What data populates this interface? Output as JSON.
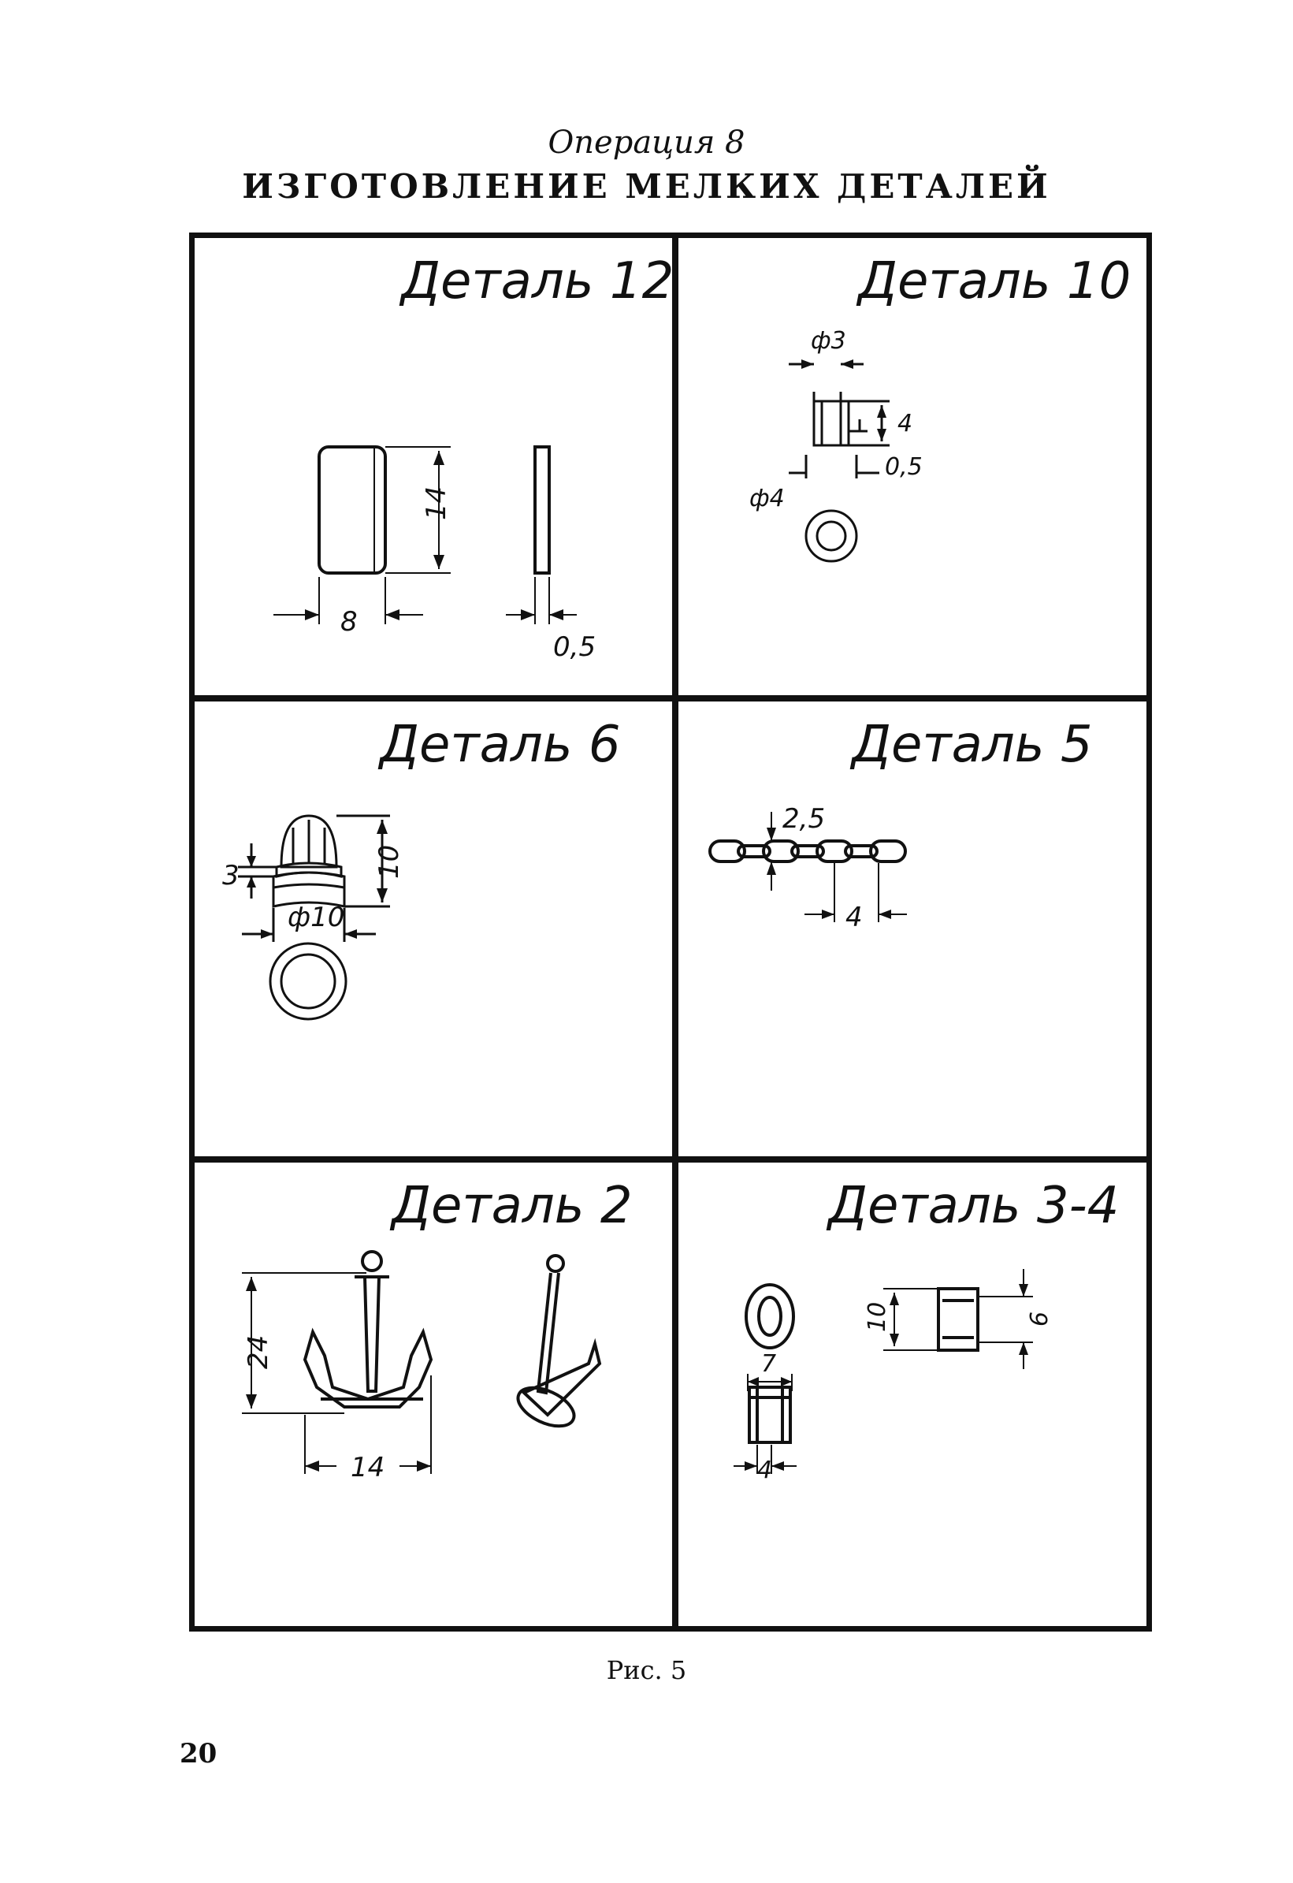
{
  "header": {
    "subtitle": "Операция 8",
    "title": "ИЗГОТОВЛЕНИЕ МЕЛКИХ ДЕТАЛЕЙ"
  },
  "panels": [
    {
      "title": "Деталь 12",
      "dims": [
        "14",
        "8",
        "0,5"
      ]
    },
    {
      "title": "Деталь 10",
      "dims": [
        "ф3",
        "4",
        "0,5",
        "ф4"
      ]
    },
    {
      "title": "Деталь 6",
      "dims": [
        "10",
        "3",
        "ф10"
      ]
    },
    {
      "title": "Деталь 5",
      "dims": [
        "2,5",
        "4"
      ]
    },
    {
      "title": "Деталь 2",
      "dims": [
        "24",
        "14"
      ]
    },
    {
      "title": "Деталь 3-4",
      "dims": [
        "10",
        "6",
        "7",
        "4"
      ]
    }
  ],
  "caption": "Рис. 5",
  "page_number": "20"
}
